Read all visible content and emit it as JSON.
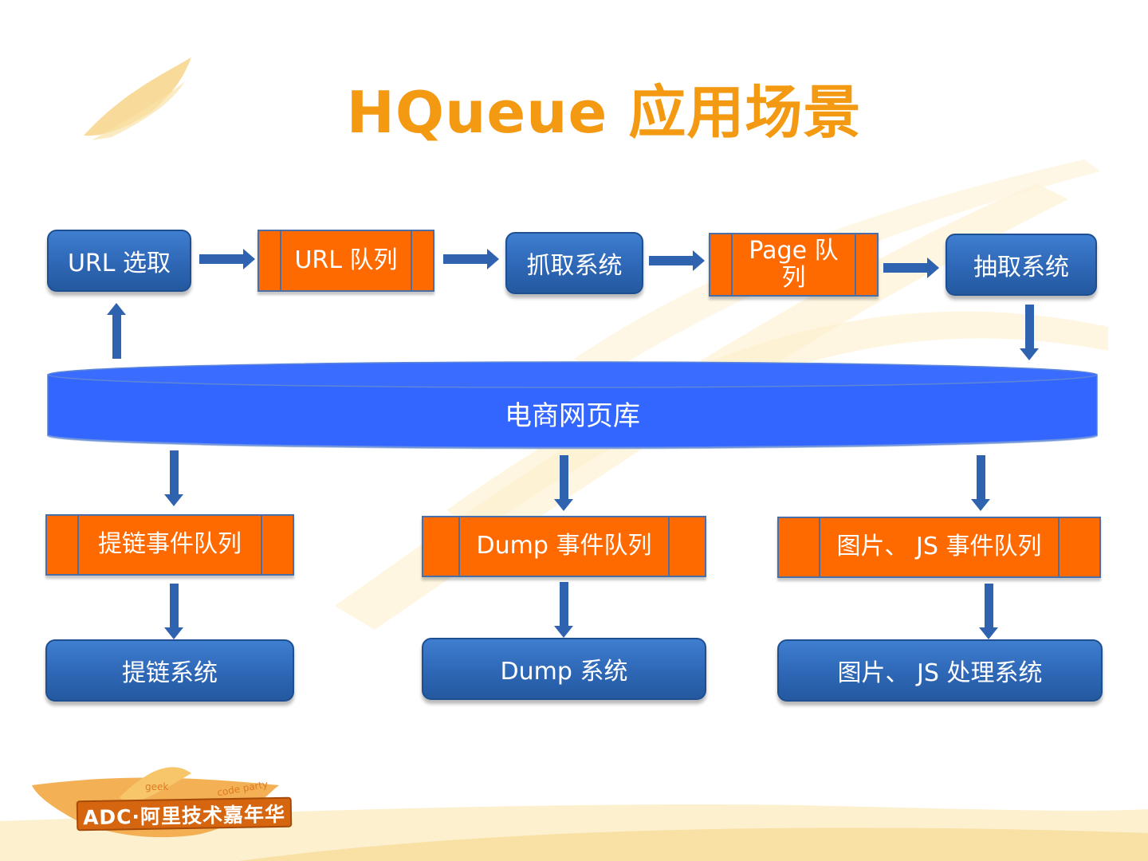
{
  "title": "HQueue 应用场景",
  "nodes": {
    "url_select": "URL 选取",
    "url_queue": "URL 队列",
    "fetch_system": "抓取系统",
    "page_queue": "Page 队\n列",
    "extract_system": "抽取系统",
    "database": "电商网页库",
    "link_event_queue": "提链事件队列",
    "dump_event_queue": "Dump 事件队列",
    "image_js_event_queue": "图片、 JS 事件队列",
    "link_system": "提链系统",
    "dump_system": "Dump 系统",
    "image_js_system": "图片、 JS 处理系统"
  },
  "logo": {
    "main": "ADC·阿里技术嘉年华",
    "decor": [
      "geek",
      "code party"
    ]
  },
  "colors": {
    "title": "#f39a12",
    "system_box": "#2e67b6",
    "queue_box": "#ff6a00",
    "database": "#3366ff",
    "arrow": "#2f63b0"
  }
}
